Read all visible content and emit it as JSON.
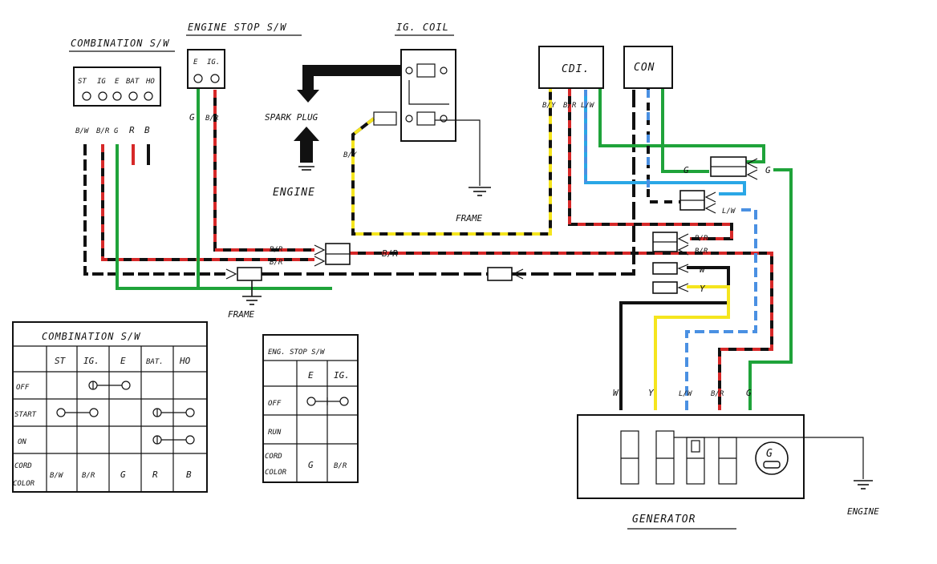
{
  "colors": {
    "black": "#111111",
    "red": "#d62828",
    "green": "#1fa33a",
    "yellow": "#f5e51e",
    "blue": "#4a90e2",
    "light_blue": "#2aa7e6"
  },
  "components": {
    "combination_switch": {
      "title": "COMBINATION S/W",
      "terminals": [
        "ST",
        "IG",
        "E",
        "BAT",
        "HO"
      ],
      "wire_labels": [
        "B/W",
        "B/R",
        "G",
        "R",
        "B"
      ]
    },
    "engine_stop_switch": {
      "title": "ENGINE STOP S/W",
      "terminals": [
        "E",
        "IG."
      ],
      "wire_labels": [
        "G",
        "B/R"
      ]
    },
    "ig_coil": {
      "title": "IG. COIL"
    },
    "spark_plug": {
      "label": "SPARK PLUG"
    },
    "engine_top": {
      "label": "ENGINE"
    },
    "frame_coil": {
      "label": "FRAME"
    },
    "coil_wire_label": "B/Y",
    "cdi": {
      "label": "CDI.",
      "wire_labels": [
        "B/Y",
        "B/R",
        "L/W"
      ]
    },
    "con": {
      "label": "CON"
    },
    "connector_labels": {
      "g_left": "G",
      "g_right": "G",
      "lw": "L/W",
      "br_upper": "B/R",
      "br_lower": "B/R",
      "w": "W",
      "y": "Y",
      "br_mid": "B/R",
      "br_mid_top": "B/R",
      "br_mid_bottom": "B/R"
    },
    "frame_bottom": {
      "label": "FRAME"
    },
    "generator": {
      "title": "GENERATOR",
      "wire_labels": [
        "W",
        "Y",
        "L/W",
        "B/R",
        "G"
      ],
      "symbol": "G"
    },
    "engine_bottom": {
      "label": "ENGINE"
    }
  },
  "combination_table": {
    "title": "COMBINATION S/W",
    "headers": [
      "",
      "ST",
      "IG.",
      "E",
      "BAT.",
      "HO"
    ],
    "rows": [
      {
        "label": "OFF"
      },
      {
        "label": "START"
      },
      {
        "label": "ON"
      }
    ],
    "cord_color_label": [
      "CORD",
      "COLOR"
    ],
    "cord_colors": [
      "B/W",
      "B/R",
      "G",
      "R",
      "B"
    ]
  },
  "engine_stop_table": {
    "title": "ENG. STOP S/W",
    "headers": [
      "",
      "E",
      "IG."
    ],
    "rows": [
      {
        "label": "OFF"
      },
      {
        "label": "RUN"
      }
    ],
    "cord_color_label": [
      "CORD",
      "COLOR"
    ],
    "cord_colors": [
      "G",
      "B/R"
    ]
  }
}
